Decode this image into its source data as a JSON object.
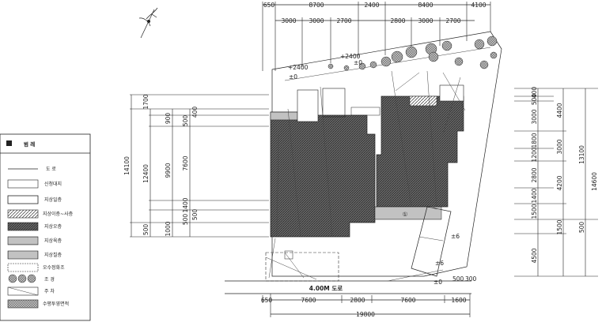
{
  "legend": {
    "title": "범 례",
    "items": [
      {
        "label": "도 로",
        "kind": "road"
      },
      {
        "label": "신청대지",
        "kind": "site"
      },
      {
        "label": "지상일층",
        "kind": "floor1"
      },
      {
        "label": "지상이층~사층",
        "kind": "floor2"
      },
      {
        "label": "지상오층",
        "kind": "floor5"
      },
      {
        "label": "지상육층",
        "kind": "floor6"
      },
      {
        "label": "지상칠층",
        "kind": "floor7"
      },
      {
        "label": "오수정화조",
        "kind": "septic"
      },
      {
        "label": "조 경",
        "kind": "landscape"
      },
      {
        "label": "주 차",
        "kind": "parking"
      },
      {
        "label": "수평투영면적",
        "kind": "projection"
      }
    ]
  },
  "dims": {
    "top_row1": [
      "650",
      "8700",
      "2400",
      "8400",
      "4100"
    ],
    "top_row2": [
      "3000",
      "3000",
      "2700",
      "2800",
      "3000",
      "2700"
    ],
    "bottom_row": [
      "650",
      "7600",
      "2800",
      "7600",
      "1600"
    ],
    "bottom_total": "19800",
    "road_label": "4.00M 도로",
    "left_outer": "14100",
    "left_mid": "12400",
    "left_a": [
      "1700",
      "500"
    ],
    "left_b": [
      "9900",
      "1000"
    ],
    "left_c": [
      "900",
      "7600",
      "1400",
      "500"
    ],
    "left_d": [
      "500",
      "400",
      "500"
    ],
    "right_total": "14600",
    "right_mid": "13100",
    "right_a": [
      "400",
      "500",
      "3000",
      "1800",
      "1200",
      "2800",
      "1400",
      "1500",
      "4500"
    ],
    "right_b": [
      "4400",
      "3000",
      "4200",
      "1500"
    ],
    "bottom_right": [
      "500",
      "300"
    ],
    "levels": [
      "+2400",
      "±0",
      "+2400",
      "±0",
      "±0",
      "±6",
      "±6"
    ]
  },
  "site_marker": "①"
}
